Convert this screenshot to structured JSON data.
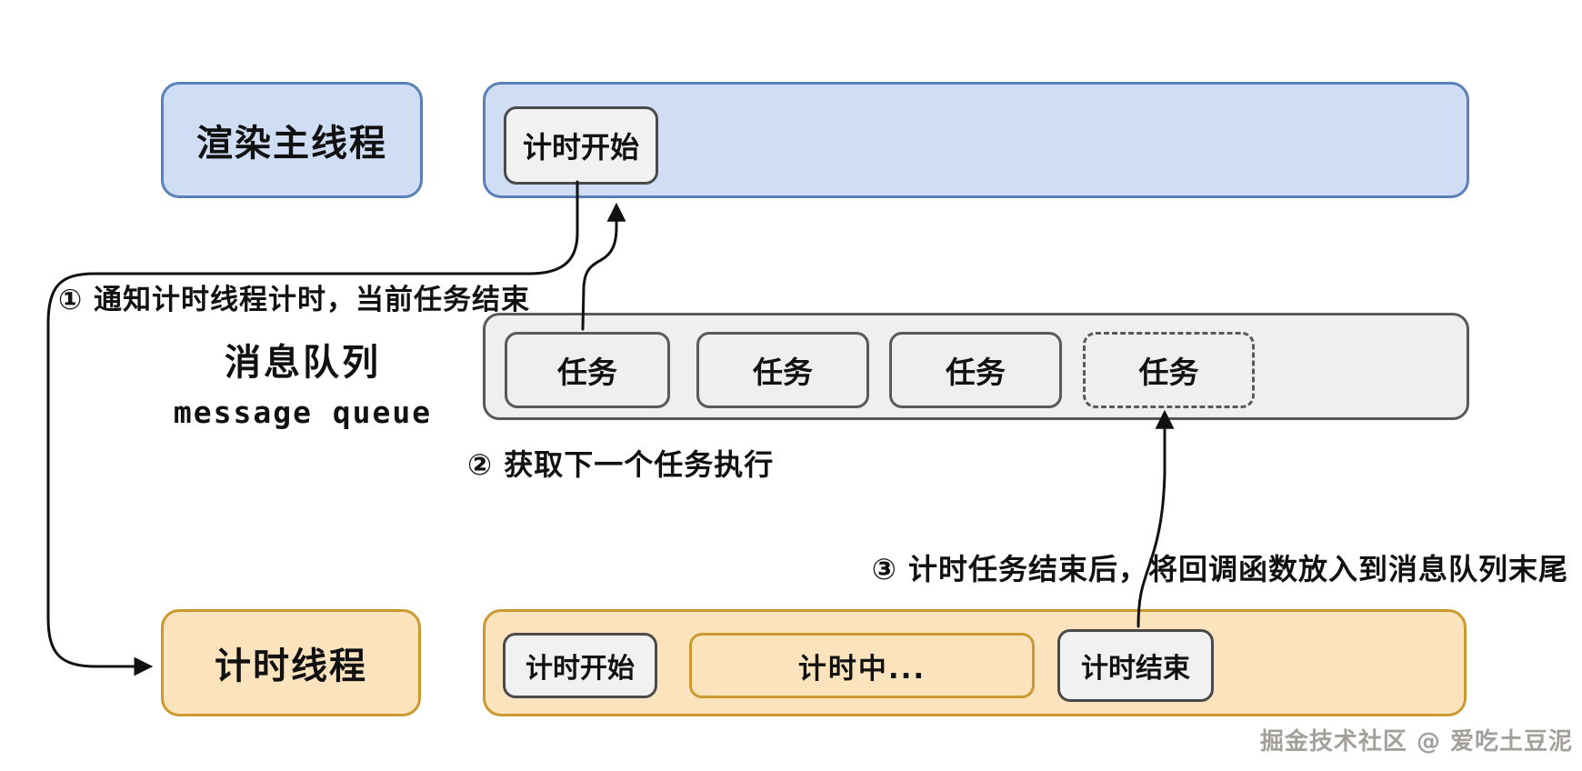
{
  "diagram": {
    "rows": {
      "main_thread": {
        "label": "渲染主线程",
        "track_items": [
          {
            "label": "计时开始"
          }
        ]
      },
      "message_queue": {
        "label_cn": "消息队列",
        "label_en": "message queue",
        "tasks": [
          {
            "label": "任务",
            "style": "solid"
          },
          {
            "label": "任务",
            "style": "solid"
          },
          {
            "label": "任务",
            "style": "solid"
          },
          {
            "label": "任务",
            "style": "dashed"
          }
        ]
      },
      "timer_thread": {
        "label": "计时线程",
        "track_items": [
          {
            "label": "计时开始",
            "style": "gray"
          },
          {
            "label": "计时中...",
            "style": "orange"
          },
          {
            "label": "计时结束",
            "style": "gray"
          }
        ]
      }
    },
    "annotations": {
      "step1": "① 通知计时线程计时，当前任务结束",
      "step2": "② 获取下一个任务执行",
      "step3": "③ 计时任务结束后，将回调函数放入到消息队列末尾"
    },
    "arrows": [
      {
        "name": "notify-timer-thread",
        "from": "计时开始(渲染主线程)",
        "to": "计时线程"
      },
      {
        "name": "take-next-task",
        "from": "任务(消息队列)",
        "to": "渲染主线程"
      },
      {
        "name": "enqueue-callback",
        "from": "计时结束(计时线程)",
        "to": "任务(消息队列末尾)"
      }
    ],
    "watermark": "掘金技术社区 @ 爱吃土豆泥",
    "colors": {
      "blue_fill": "#d0def5",
      "blue_border": "#5b80b7",
      "gray_fill": "#efefef",
      "gray_border": "#595959",
      "chip_border": "#4a4a4a",
      "orange_fill": "#fbe3bd",
      "orange_border": "#cc9830",
      "arrow": "#111111",
      "watermark_text": "#a3a09c"
    }
  }
}
